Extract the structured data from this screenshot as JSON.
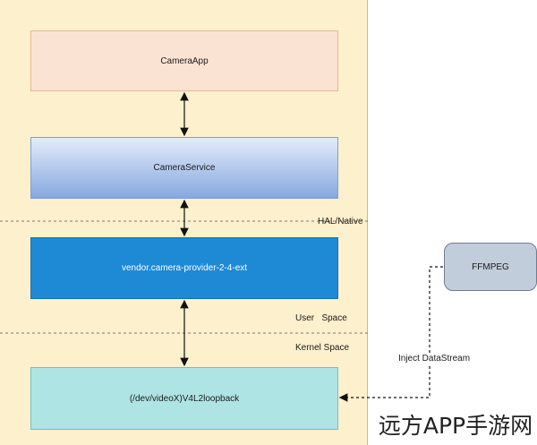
{
  "nodes": {
    "camera_app": "CameraApp",
    "camera_service": "CameraService",
    "vendor_provider": "vendor.camera-provider-2-4-ext",
    "loopback": "(/dev/videoX)V4L2loopback",
    "ffmpeg": "FFMPEG"
  },
  "layers": {
    "hal": "HAL/Native",
    "user_space": "User   Space",
    "kernel_space": "Kernel Space"
  },
  "edges": {
    "inject": "Inject DataStream"
  },
  "watermark": "远方APP手游网",
  "colors": {
    "panel": "#fdf0cd",
    "camera_app": "#fbe3d3",
    "camera_service": "#86a8e0",
    "vendor": "#1e8ad6",
    "loopback": "#afe4e4",
    "ffmpeg": "#c2cddb"
  }
}
